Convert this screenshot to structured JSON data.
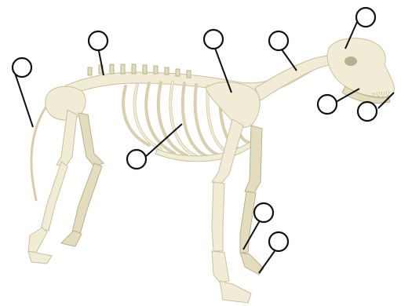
{
  "diagram": {
    "subject_icon": "dog-skeleton",
    "colors": {
      "bone": "#f1ecd6",
      "bone_shadow": "#c9c1a0",
      "callout": "#111111",
      "background": "#ffffff"
    },
    "callouts": [
      {
        "id": "skull",
        "label": ""
      },
      {
        "id": "cervical-vertebrae",
        "label": ""
      },
      {
        "id": "scapula",
        "label": ""
      },
      {
        "id": "thoracic-vertebrae",
        "label": ""
      },
      {
        "id": "tail",
        "label": ""
      },
      {
        "id": "ribs",
        "label": ""
      },
      {
        "id": "mandible",
        "label": ""
      },
      {
        "id": "upper-teeth",
        "label": ""
      },
      {
        "id": "forelimb-carpus",
        "label": ""
      },
      {
        "id": "forelimb-digits",
        "label": ""
      }
    ]
  }
}
